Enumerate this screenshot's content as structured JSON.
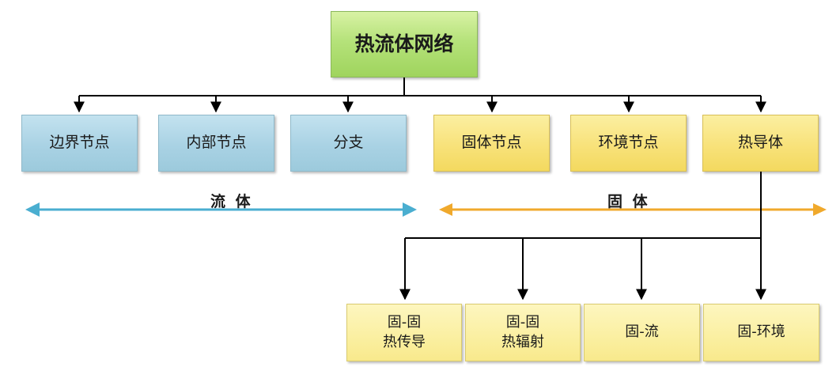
{
  "root": {
    "label": "热流体网络"
  },
  "level1": [
    {
      "label": "边界节点"
    },
    {
      "label": "内部节点"
    },
    {
      "label": "分支"
    },
    {
      "label": "固体节点"
    },
    {
      "label": "环境节点"
    },
    {
      "label": "热导体"
    }
  ],
  "ranges": {
    "fluid": {
      "label": "流 体",
      "color": "#4aaed0"
    },
    "solid": {
      "label": "固 体",
      "color": "#f0a92c"
    }
  },
  "level2": [
    {
      "line1": "固-固",
      "line2": "热传导"
    },
    {
      "line1": "固-固",
      "line2": "热辐射"
    },
    {
      "line1": "固-流",
      "line2": ""
    },
    {
      "line1": "固-环境",
      "line2": ""
    }
  ]
}
